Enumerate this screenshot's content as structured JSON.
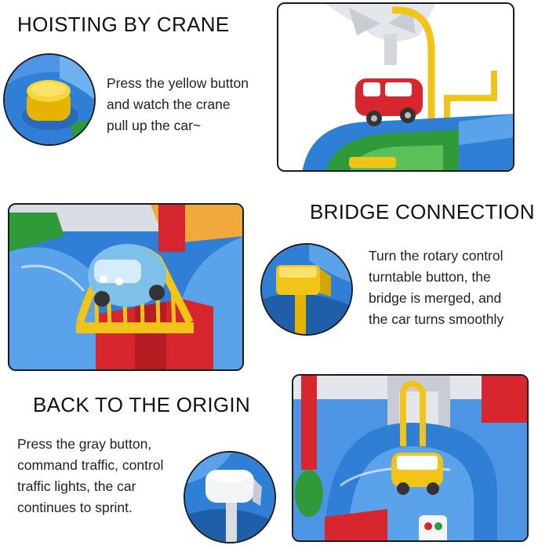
{
  "sections": [
    {
      "title": "HOISTING BY CRANE",
      "lines": [
        "Press the yellow button",
        "and watch the crane",
        "pull up the car~"
      ]
    },
    {
      "title": "BRIDGE CONNECTION",
      "lines": [
        "Turn the rotary control",
        "turntable button, the",
        "bridge is merged, and",
        "the car turns smoothly"
      ]
    },
    {
      "title": "BACK TO THE ORIGIN",
      "lines": [
        "Press the gray button,",
        "command traffic, control",
        "traffic lights, the car",
        "continues to sprint."
      ]
    }
  ],
  "colors": {
    "track_blue": "#2f7fd6",
    "track_light": "#5aa2ea",
    "yellow": "#f2c418",
    "red": "#d8262f",
    "green": "#2f9a3a",
    "gray": "#c9ccd2"
  },
  "icons": [
    "yellow-button-closeup",
    "rotary-knob-closeup",
    "gray-button-closeup",
    "crane-photo",
    "bridge-photo",
    "origin-photo"
  ]
}
